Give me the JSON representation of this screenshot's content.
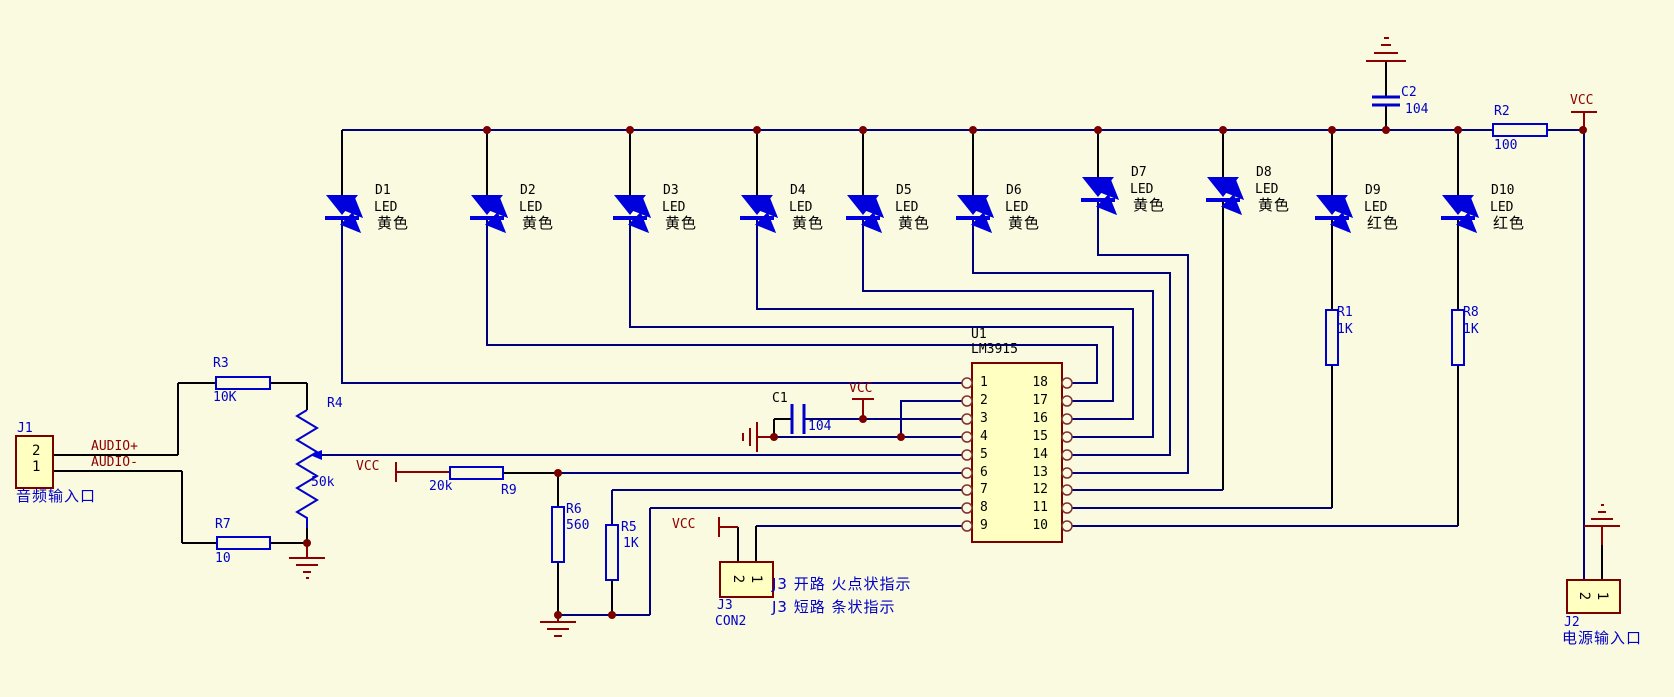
{
  "connectors": {
    "j1": {
      "designator": "J1",
      "pin_top": "2",
      "pin_bottom": "1",
      "label": "音频输入口"
    },
    "j2": {
      "designator": "J2",
      "pin_left": "2",
      "pin_right": "1",
      "label": "电源输入口"
    },
    "j3": {
      "designator": "J3",
      "pin_left": "2",
      "pin_right": "1",
      "type": "CON2"
    }
  },
  "nets": {
    "audio_plus": "AUDIO+",
    "audio_minus": "AUDIO-",
    "vcc": "VCC"
  },
  "ic": {
    "designator": "U1",
    "part": "LM3915",
    "left_pins": [
      "1",
      "2",
      "3",
      "4",
      "5",
      "6",
      "7",
      "8",
      "9"
    ],
    "right_pins": [
      "18",
      "17",
      "16",
      "15",
      "14",
      "13",
      "12",
      "11",
      "10"
    ]
  },
  "resistors": {
    "r1": {
      "designator": "R1",
      "value": "1K"
    },
    "r2": {
      "designator": "R2",
      "value": "100"
    },
    "r3": {
      "designator": "R3",
      "value": "10K"
    },
    "r4": {
      "designator": "R4",
      "value": "50k"
    },
    "r5": {
      "designator": "R5",
      "value": "1K"
    },
    "r6": {
      "designator": "R6",
      "value": "560"
    },
    "r7": {
      "designator": "R7",
      "value": "10"
    },
    "r8": {
      "designator": "R8",
      "value": "1K"
    },
    "r9": {
      "designator": "R9",
      "value": "20k"
    }
  },
  "capacitors": {
    "c1": {
      "designator": "C1",
      "value": "104"
    },
    "c2": {
      "designator": "C2",
      "value": "104"
    }
  },
  "leds": [
    {
      "designator": "D1",
      "type": "LED",
      "color_label": "黄色"
    },
    {
      "designator": "D2",
      "type": "LED",
      "color_label": "黄色"
    },
    {
      "designator": "D3",
      "type": "LED",
      "color_label": "黄色"
    },
    {
      "designator": "D4",
      "type": "LED",
      "color_label": "黄色"
    },
    {
      "designator": "D5",
      "type": "LED",
      "color_label": "黄色"
    },
    {
      "designator": "D6",
      "type": "LED",
      "color_label": "黄色"
    },
    {
      "designator": "D7",
      "type": "LED",
      "color_label": "黄色"
    },
    {
      "designator": "D8",
      "type": "LED",
      "color_label": "黄色"
    },
    {
      "designator": "D9",
      "type": "LED",
      "color_label": "红色"
    },
    {
      "designator": "D10",
      "type": "LED",
      "color_label": "红色"
    }
  ],
  "annotations": {
    "open_mode": "J3 开路 火点状指示",
    "short_mode": "J3 短路 条状指示"
  },
  "colors": {
    "background": "#FAFAE1",
    "wire_blue": "#00007F",
    "wire_black": "#000000",
    "component_blue": "#0000CD",
    "power_red": "#8B0000",
    "junction": "#7A0000",
    "box_fill": "#FFFFC2",
    "box_border": "#7A0000",
    "text_blue": "#0000C8"
  }
}
